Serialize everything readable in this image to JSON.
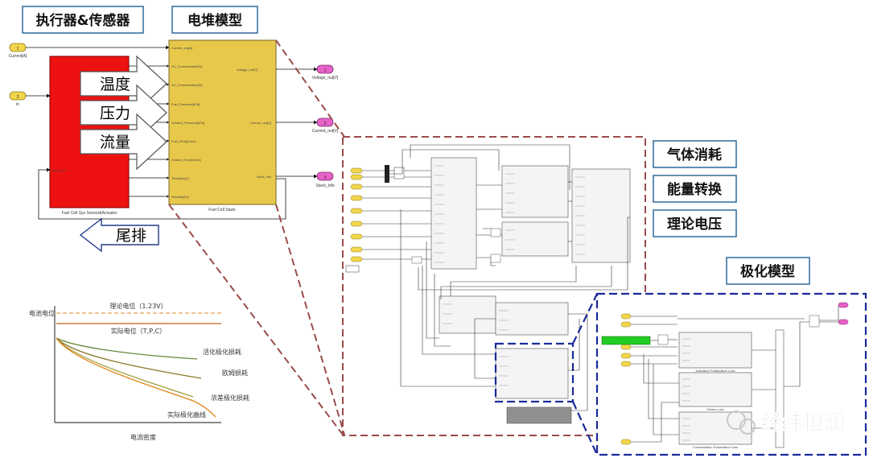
{
  "section_labels": {
    "actuator_sensor": "执行器&传感器",
    "stack_model": "电堆模型",
    "polarization_model": "极化模型"
  },
  "right_labels": [
    "气体消耗",
    "能量转换",
    "理论电压"
  ],
  "arrow_labels": [
    "温度",
    "压力",
    "流量"
  ],
  "exhaust_label": "尾排",
  "inports": [
    {
      "num": "1",
      "name": "Current[A]"
    },
    {
      "num": "2",
      "name": "in"
    }
  ],
  "outports": [
    {
      "num": "1",
      "name": "Voltage_out[V]"
    },
    {
      "num": "2",
      "name": "Current_out[V]"
    },
    {
      "num": "3",
      "name": "Stack_info"
    }
  ],
  "red_block": {
    "name": "Fuel Cell Sys Sensor&Actuator",
    "port_in": "Stack_info"
  },
  "stack_block": {
    "name": "Fuel Cell Stack",
    "inputs": [
      "Current_req[A]",
      "H2_Concentration[%]",
      "O2_Concentration[%]",
      "Fuel_Pressure[kPa]",
      "Oxidant_Pressure[kPa]",
      "Fuel_Flow[L/min]",
      "Oxidant_Flow[L/min]",
      "Temp[degC]",
      "Humidity[%]"
    ],
    "outputs": [
      "Voltage_out[V]",
      "Current_out[V]",
      "Stack_info"
    ]
  },
  "curve_chart": {
    "ylabel": "电池电位",
    "xlabel": "电流密度",
    "theoretical": "理论电位（1.23V）",
    "actual": "实际电位（T,P,C）",
    "losses": [
      "活化极化损耗",
      "欧姆损耗",
      "浓差极化损耗",
      "实际极化曲线"
    ]
  },
  "polar_blocks": [
    "Activation Polarization Loss",
    "Ohmic Loss",
    "Concentration Polarization Loss"
  ],
  "watermark": "经纬恒润",
  "colors": {
    "red_block": "#ee1111",
    "stack_block": "#e8c84a",
    "dashed_brown": "#9a4b4b",
    "dashed_blue": "#1a2a9a",
    "label_border": "#2f6a9a",
    "watermark": "#c8c8c8"
  }
}
